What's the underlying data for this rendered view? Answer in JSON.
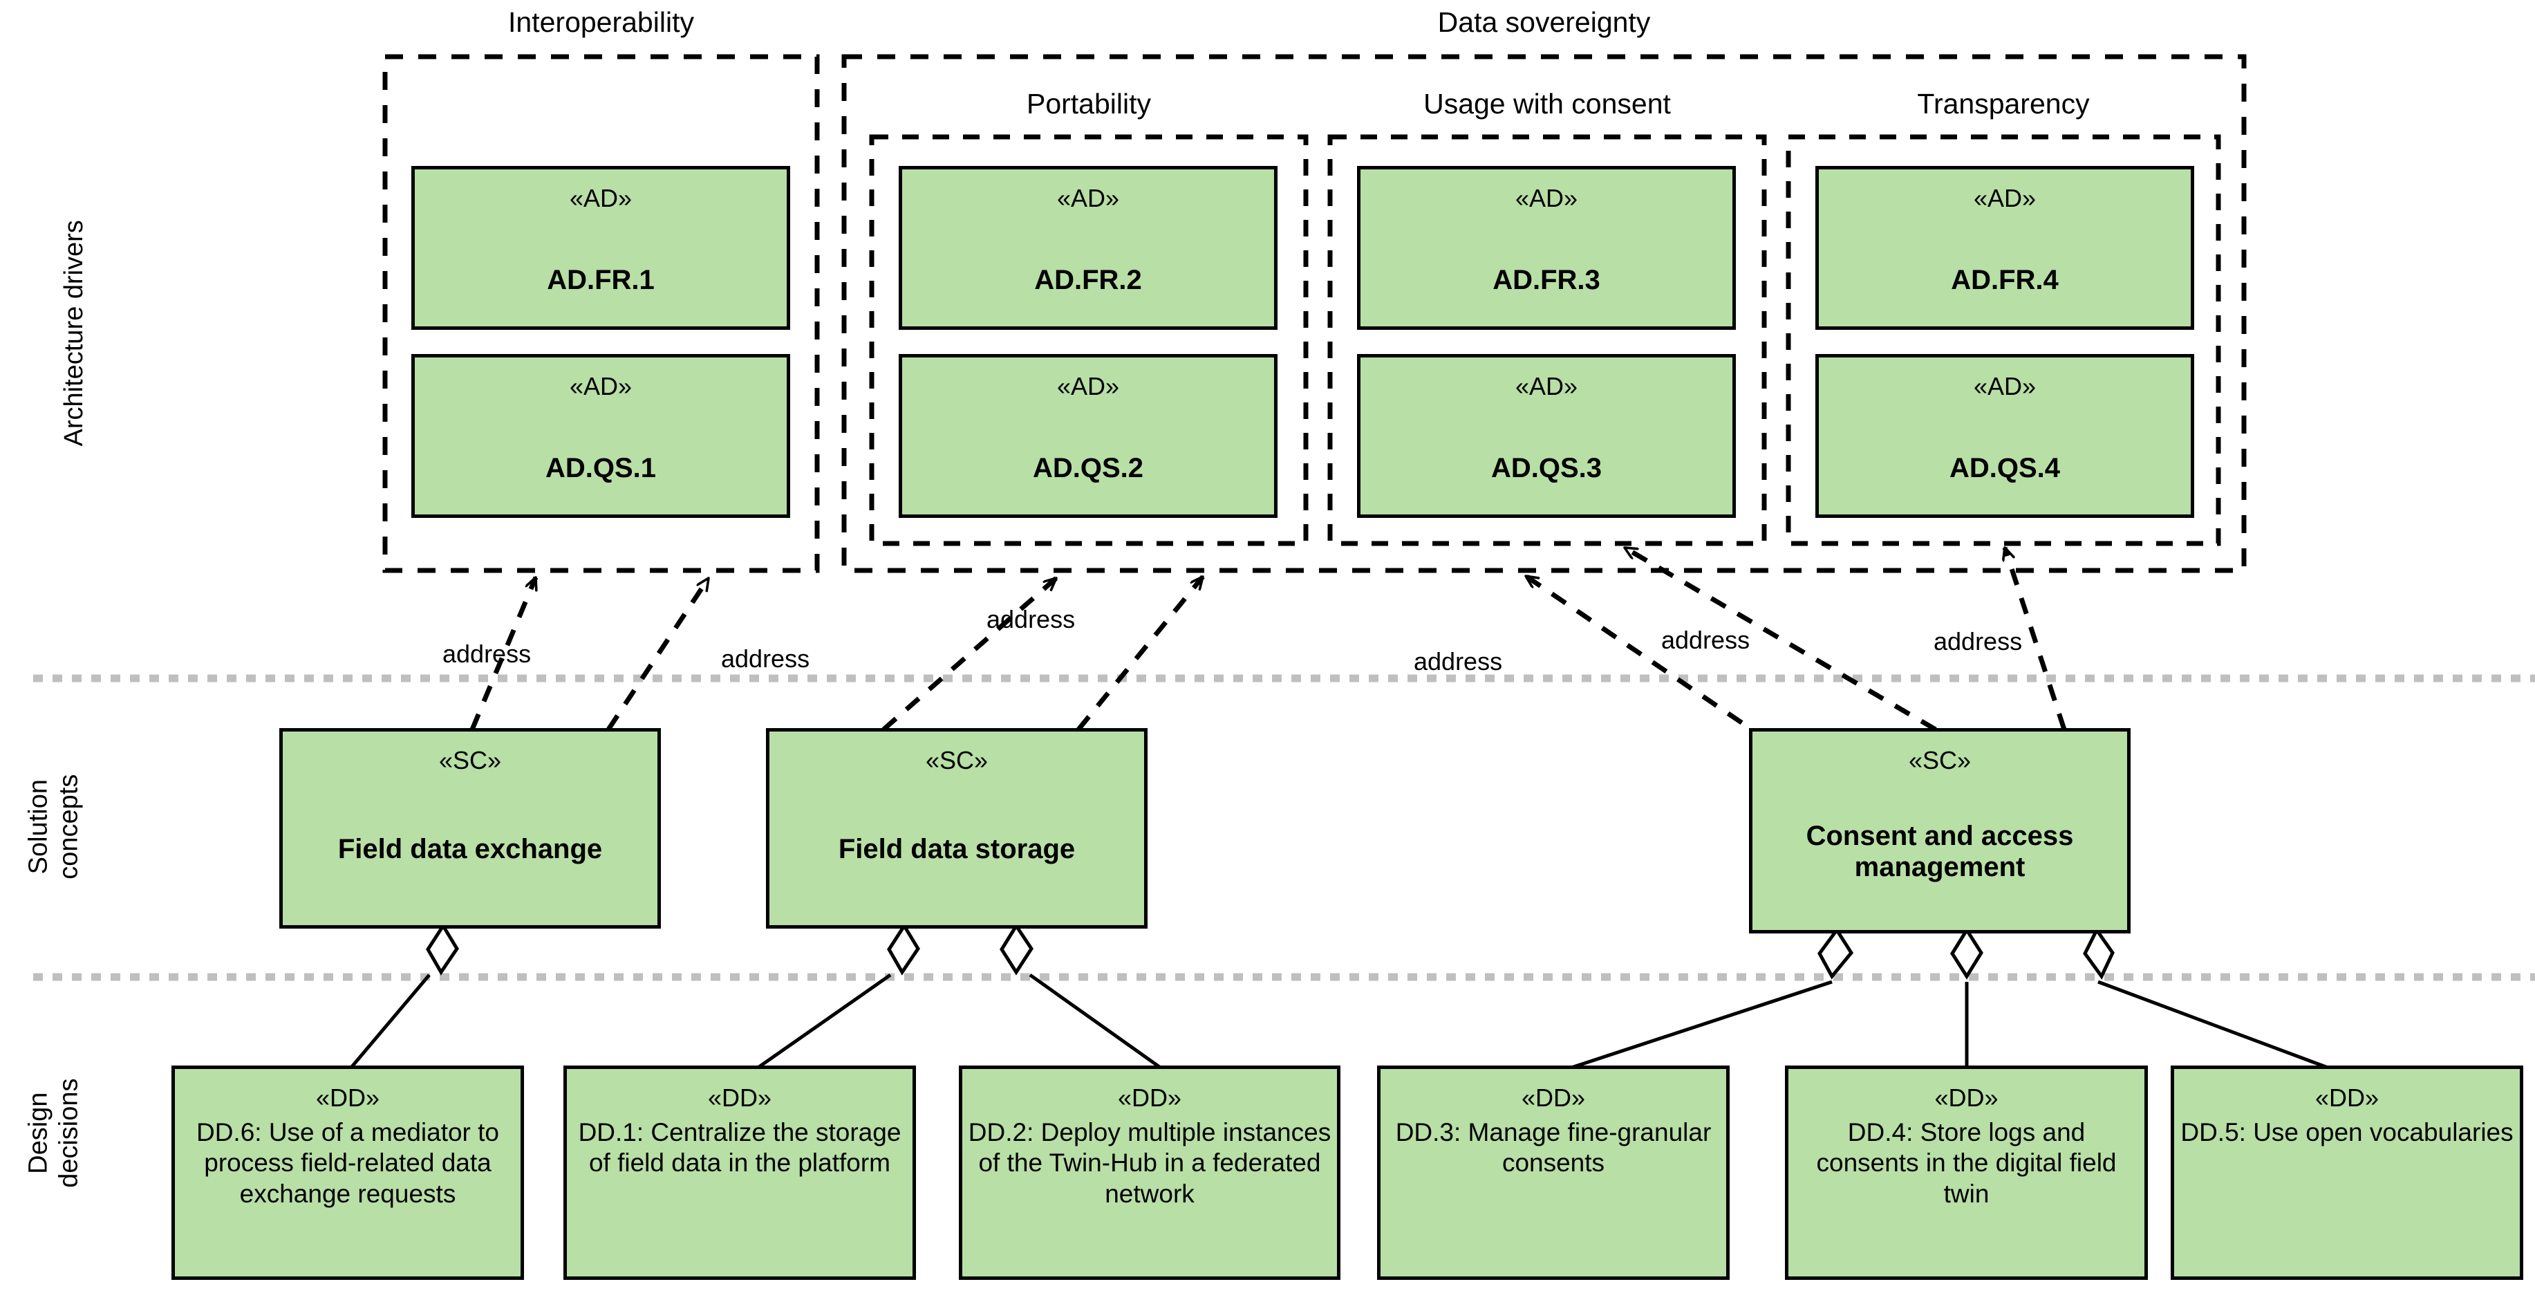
{
  "palette": {
    "node_fill": "#b8dfa6",
    "node_stroke": "#000000",
    "group_stroke": "#000000",
    "lane_divider": "#bfbfbf",
    "text": "#000000"
  },
  "swimlanes": [
    {
      "id": "architecture-drivers",
      "label": "Architecture drivers"
    },
    {
      "id": "solution-concepts",
      "label": "Solution\nconcepts"
    },
    {
      "id": "design-decisions",
      "label": "Design\ndecisions"
    }
  ],
  "groups": [
    {
      "id": "interoperability",
      "label": "Interoperability",
      "level": "outer"
    },
    {
      "id": "data-sovereignty",
      "label": "Data sovereignty",
      "level": "outer"
    },
    {
      "id": "portability",
      "label": "Portability",
      "level": "inner"
    },
    {
      "id": "usage-with-consent",
      "label": "Usage with consent",
      "level": "inner"
    },
    {
      "id": "transparency",
      "label": "Transparency",
      "level": "inner"
    }
  ],
  "architecture_drivers": [
    {
      "id": "ad-fr-1",
      "stereotype": "«AD»",
      "name": "AD.FR.1",
      "group": "interoperability"
    },
    {
      "id": "ad-qs-1",
      "stereotype": "«AD»",
      "name": "AD.QS.1",
      "group": "interoperability"
    },
    {
      "id": "ad-fr-2",
      "stereotype": "«AD»",
      "name": "AD.FR.2",
      "group": "portability"
    },
    {
      "id": "ad-qs-2",
      "stereotype": "«AD»",
      "name": "AD.QS.2",
      "group": "portability"
    },
    {
      "id": "ad-fr-3",
      "stereotype": "«AD»",
      "name": "AD.FR.3",
      "group": "usage-with-consent"
    },
    {
      "id": "ad-qs-3",
      "stereotype": "«AD»",
      "name": "AD.QS.3",
      "group": "usage-with-consent"
    },
    {
      "id": "ad-fr-4",
      "stereotype": "«AD»",
      "name": "AD.FR.4",
      "group": "transparency"
    },
    {
      "id": "ad-qs-4",
      "stereotype": "«AD»",
      "name": "AD.QS.4",
      "group": "transparency"
    }
  ],
  "solution_concepts": [
    {
      "id": "sc-field-data-exchange",
      "stereotype": "«SC»",
      "name": "Field data exchange"
    },
    {
      "id": "sc-field-data-storage",
      "stereotype": "«SC»",
      "name": "Field data storage"
    },
    {
      "id": "sc-consent-access-management",
      "stereotype": "«SC»",
      "name": "Consent and access management"
    }
  ],
  "design_decisions": [
    {
      "id": "dd-6",
      "stereotype": "«DD»",
      "name": "DD.6: Use of a mediator to process field-related data exchange requests"
    },
    {
      "id": "dd-1",
      "stereotype": "«DD»",
      "name": "DD.1: Centralize the storage of field data in the platform"
    },
    {
      "id": "dd-2",
      "stereotype": "«DD»",
      "name": "DD.2: Deploy multiple instances of the Twin-Hub in a federated network"
    },
    {
      "id": "dd-3",
      "stereotype": "«DD»",
      "name": "DD.3: Manage fine-granular consents"
    },
    {
      "id": "dd-4",
      "stereotype": "«DD»",
      "name": "DD.4: Store logs and consents in the digital field twin"
    },
    {
      "id": "dd-5",
      "stereotype": "«DD»",
      "name": "DD.5: Use open vocabularies"
    }
  ],
  "edge_labels": {
    "address": "address"
  },
  "address_edges": [
    {
      "id": "addr-1",
      "from": "sc-field-data-exchange",
      "to": "interoperability",
      "label": "address"
    },
    {
      "id": "addr-2",
      "from": "sc-field-data-exchange",
      "to": "interoperability",
      "label": "address"
    },
    {
      "id": "addr-3",
      "from": "sc-field-data-storage",
      "to": "portability",
      "label": "address"
    },
    {
      "id": "addr-4",
      "from": "sc-field-data-storage",
      "to": "data-sovereignty",
      "label": "address"
    },
    {
      "id": "addr-5",
      "from": "sc-consent-access-management",
      "to": "data-sovereignty",
      "label": "address"
    },
    {
      "id": "addr-6",
      "from": "sc-consent-access-management",
      "to": "usage-with-consent",
      "label": "address"
    },
    {
      "id": "addr-7",
      "from": "sc-consent-access-management",
      "to": "transparency",
      "label": "address"
    }
  ],
  "aggregation_edges": [
    {
      "id": "agg-1",
      "from": "sc-field-data-exchange",
      "to": "dd-6"
    },
    {
      "id": "agg-2",
      "from": "sc-field-data-storage",
      "to": "dd-1"
    },
    {
      "id": "agg-3",
      "from": "sc-field-data-storage",
      "to": "dd-2"
    },
    {
      "id": "agg-4",
      "from": "sc-consent-access-management",
      "to": "dd-3"
    },
    {
      "id": "agg-5",
      "from": "sc-consent-access-management",
      "to": "dd-4"
    },
    {
      "id": "agg-6",
      "from": "sc-consent-access-management",
      "to": "dd-5"
    }
  ]
}
